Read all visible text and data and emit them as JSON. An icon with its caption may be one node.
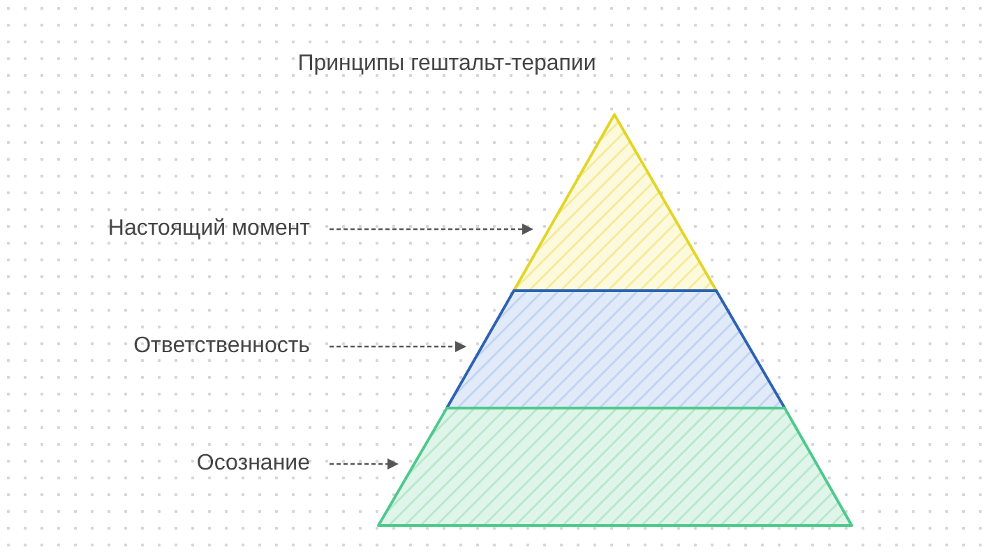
{
  "diagram": {
    "title": "Принципы гештальт-терапии",
    "nodes": [
      {
        "text": [
          "Настоящий момент"
        ]
      },
      {
        "text": [],
        "shape": "triangle"
      },
      {
        "text": [
          "Ответственность"
        ]
      },
      {
        "text": [],
        "shape": "trapezoid"
      },
      {
        "text": [
          "Осознание"
        ]
      },
      {
        "text": [],
        "shape": "trapezoid"
      }
    ],
    "edges": [
      {
        "from": 0,
        "to": 1,
        "arrow": "to",
        "style": "dashed"
      },
      {
        "from": 2,
        "to": 3,
        "arrow": "to",
        "style": "dashed"
      },
      {
        "from": 4,
        "to": 5,
        "arrow": "to",
        "style": "dashed"
      }
    ]
  }
}
